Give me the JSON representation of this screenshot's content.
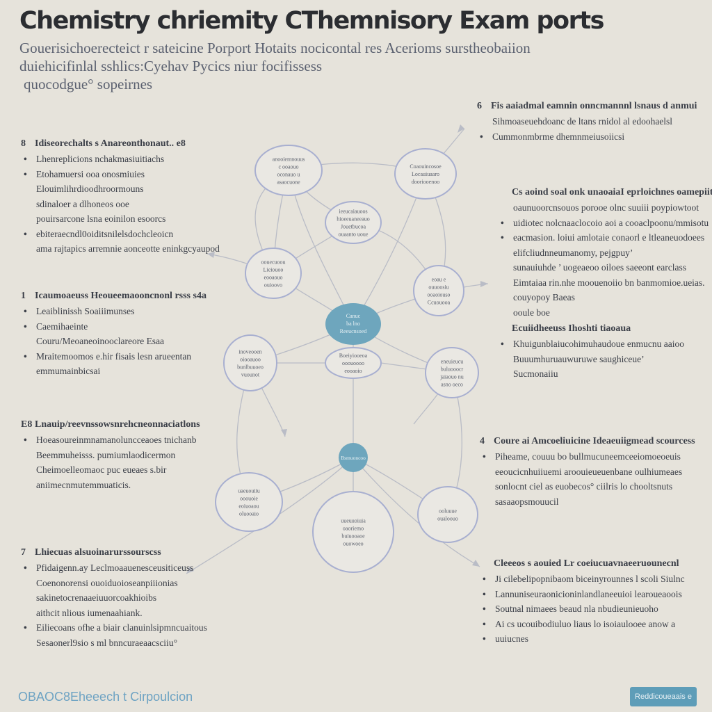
{
  "header": {
    "title": "Chemistry chriemity CThemnisory Exam  ports",
    "subtitle_lines": [
      "Gouerisichoerecteict r sateicine Porport Hotaits nocicontal res Acerioms surstheobaiion",
      "duiehicifinlal sshlics:Cyehav Pycics niur focifissess",
      "quocodgue° sopeirnes"
    ]
  },
  "left_sections": [
    {
      "number": "8",
      "heading": "Idiseorechalts s Anareonthonaut.. e8",
      "items": [
        {
          "text": "Lhenreplicions nchakmasiuitiachs",
          "bullet": true
        },
        {
          "text": "Etohamuersi ooa onosmiuies",
          "bullet": true
        },
        {
          "text": "Elouimlihrdioodhroormouns",
          "bullet": false
        },
        {
          "text": "sdinaloer a dlhoneos ooe",
          "bullet": false
        },
        {
          "text": "pouirsarcone lsna eoinilon esoorcs",
          "bullet": false
        },
        {
          "text": "ebiteraecndl0oiditsnilelsdochcleoicn",
          "bullet": true
        },
        {
          "text": "ama rajtapics arremnie aonceotte eninkgcyaupod",
          "bullet": false
        }
      ]
    },
    {
      "number": "1",
      "heading": "Icaumoaeuss Heoueemaooncnonl rsss s4a",
      "items": [
        {
          "text": "Leaiblinissh Soaiiimunses",
          "bullet": true
        },
        {
          "text": "Caemihaeinte",
          "bullet": true
        },
        {
          "text": "Couru/Meoaneoinooclareore Esaa",
          "bullet": false
        },
        {
          "text": "Mraitemoomos e.hir fisais lesn arueentan",
          "bullet": true
        },
        {
          "text": "emmumainbicsai",
          "bullet": false
        }
      ]
    },
    {
      "number": "E8",
      "heading": "Lnauip/reevnssowsnrehcneonnaciatlons",
      "items": [
        {
          "text": "Hoeasoureinmnamanoluncceaoes tnichanb",
          "bullet": true
        },
        {
          "text": "Beemmuheisss. pumiumlaodicermon",
          "bullet": false
        },
        {
          "text": "Cheimoelleomaoc puc eueaes s.bir",
          "bullet": false
        },
        {
          "text": "aniimecnmutemmuaticis.",
          "bullet": false
        }
      ]
    },
    {
      "number": "7",
      "heading": "Lhiecuas alsuoinarurssourscss",
      "items": [
        {
          "text": "Pfidaigenn.ay Leclmoaauenesceusiticeuss",
          "bullet": true
        },
        {
          "text": "Coenonorensi ouoiduoioseanpiiionias",
          "bullet": false
        },
        {
          "text": "sakinetocrenaaeiuuorcoakhioibs",
          "bullet": false
        },
        {
          "text": "aithcit nlious iumenaahiank.",
          "bullet": false
        },
        {
          "text": "Eiliecoans ofhe a biair clanuinlsipmncuaitous",
          "bullet": true
        },
        {
          "text": "Sesaonerl9sio s ml bnncuraeaacsciiu°",
          "bullet": false
        }
      ]
    }
  ],
  "right_sections": [
    {
      "number": "6",
      "heading": "Fis aaiadmal eamnin onncmannnl lsnaus d anmui",
      "items": [
        {
          "text": "Sihmoaseuehdoanc de ltans rnidol al edoohaelsl",
          "bullet": false
        },
        {
          "text": "Cummonmbrme dhemnmeiusoiicsi",
          "bullet": true
        }
      ]
    },
    {
      "number": "",
      "heading": "Cs aoind soal onk unaoaiaI eprloichnes oamepiitic",
      "items": [
        {
          "text": "oaunuoorcnsouos porooe olnc suuiii poypiowtoot",
          "bullet": false
        },
        {
          "text": "uidiotec nolcnaaclocoio aoi a cooaclpoonu/mmisotu",
          "bullet": true
        },
        {
          "text": "eacmasion. loiui amlotaie conaorl e ltleaneuodoees",
          "bullet": true
        },
        {
          "text": "elifcliudnneumanomy, pejgpuy’",
          "bullet": false
        },
        {
          "text": "sunauiuhde ’ uogeaeoo oiloes saeeont earclass",
          "bullet": false
        },
        {
          "text": "Eimtaiaa rin.nhe moouenoiio bn banmomioe.ueias.",
          "bullet": false
        },
        {
          "text": "couyopoy Baeas",
          "bullet": false
        },
        {
          "text": "ooule boe",
          "bullet": false
        }
      ]
    },
    {
      "number": "",
      "heading": "Ecuiidheeuss Ihoshti tiaoaua",
      "items": [
        {
          "text": "Khuigunblaiucohimuhaudoue enmucnu aaioo",
          "bullet": true
        },
        {
          "text": "Buuumhuruauwuruwe saughiceue’",
          "bullet": false
        },
        {
          "text": "Sucmonaiiu",
          "bullet": false
        }
      ]
    },
    {
      "number": "4",
      "heading": "Coure ai Amcoeliuicine Ideaeuiigmead scourcess",
      "items": [
        {
          "text": "Piheame, couuu bo bullmucuneemceeiomoeoeuis",
          "bullet": true
        },
        {
          "text": "eeoucicnhuiiuemi aroouieueuenbane oulhiumeaes",
          "bullet": false
        },
        {
          "text": "sonlocnt ciel as euobecos° ciilris lo chooltsnuts",
          "bullet": false
        },
        {
          "text": "sasaaopsmouucil",
          "bullet": false
        }
      ]
    },
    {
      "number": "",
      "heading": "Cleeeos s aouied Lr coeiucuavnaeeruounecnl",
      "items": [
        {
          "text": "Ji cilebelipopnibaom biceinyrounnes l scoli Siulnc",
          "bullet": true
        },
        {
          "text": "Lannuniseuraonicioninlandlaneeuioi learoueaoois",
          "bullet": true
        },
        {
          "text": "Soutnal nimaees beaud nla nbudieunieuoho",
          "bullet": true
        },
        {
          "text": "Ai cs ucouibodiuluo liaus lo isoiaulooee anow a",
          "bullet": true
        },
        {
          "text": "uuiucnes",
          "bullet": true
        }
      ]
    }
  ],
  "diagram": {
    "center_node": {
      "lines": [
        "Canuc",
        "ba lno",
        "Reeucnsoed"
      ]
    },
    "secondary_node": {
      "label": "Bsmuoncoo"
    },
    "nodes": [
      {
        "lines": [
          "anooiemnouus",
          "c ooaouo",
          "oconauo u",
          "asaocuone"
        ]
      },
      {
        "lines": [
          "Coaouincosoe",
          "Locauiuaaro",
          "dooriooenoo"
        ]
      },
      {
        "lines": [
          "ieeucaiauoos",
          "hioeeuaneeauo",
          "Jouetbucoa",
          "ouaanto uoue"
        ]
      },
      {
        "lines": [
          "oouecuoou",
          "Lieiouoo",
          "eooaouo",
          "ouioovo"
        ]
      },
      {
        "lines": [
          "eoau e",
          "ouuoosiu",
          "ooaoiouso",
          "Ccuouooa"
        ]
      },
      {
        "lines": [
          "inoveooen",
          "oiooauoo",
          "bunlbuuoeo",
          "vuounot"
        ]
      },
      {
        "lines": [
          "Boeiyiooeoa",
          "ooouoooo",
          "eooaoio"
        ]
      },
      {
        "lines": [
          "eneuieucu",
          "buluooocr",
          "jaiaouo nu",
          "asno oeco"
        ]
      },
      {
        "lines": [
          "uaeuouiiu",
          "ooouoie",
          "eoiuoaou",
          "oluooaio"
        ]
      },
      {
        "lines": [
          "uueuuoiuia",
          "oaoriemo",
          "buiuooaoe",
          "ouowoeo"
        ]
      },
      {
        "lines": [
          "ooluuue",
          "oualoouo"
        ]
      }
    ]
  },
  "footer": {
    "left_text": "OBAOC8Eheeech t Cirpoulcion",
    "badge_text": "Reddicoueaais e"
  },
  "colors": {
    "background": "#e6e3db",
    "node_fill": "#6ea6bd",
    "node_outline": "#a8afd0",
    "link": "#b9bcc6",
    "footer_text": "#6ea3c3",
    "badge": "#5e9db8"
  }
}
